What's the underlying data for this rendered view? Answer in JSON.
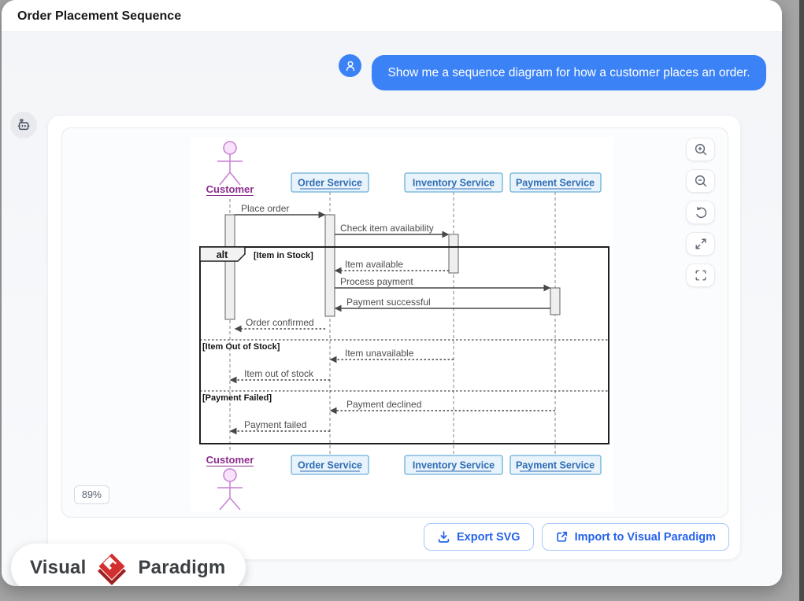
{
  "header": {
    "title": "Order Placement Sequence"
  },
  "chat": {
    "user_message": "Show me a sequence diagram for how a customer places an order.",
    "avatar_icon": "user-icon",
    "bot_icon": "robot-icon"
  },
  "viewer": {
    "zoom_badge": "89%",
    "controls": [
      {
        "name": "zoom-in"
      },
      {
        "name": "zoom-out"
      },
      {
        "name": "reset-view"
      },
      {
        "name": "fit-to-screen"
      },
      {
        "name": "fullscreen"
      }
    ]
  },
  "diagram": {
    "participants": [
      {
        "name": "Customer",
        "type": "actor"
      },
      {
        "name": "Order Service",
        "type": "participant"
      },
      {
        "name": "Inventory Service",
        "type": "participant"
      },
      {
        "name": "Payment Service",
        "type": "participant"
      }
    ],
    "fragment": {
      "operator": "alt",
      "guard1": "[Item in Stock]",
      "guard2": "[Item Out of Stock]",
      "guard3": "[Payment Failed]"
    },
    "messages": [
      {
        "label": "Place order",
        "from": "Customer",
        "to": "Order Service",
        "line": "solid"
      },
      {
        "label": "Check item availability",
        "from": "Order Service",
        "to": "Inventory Service",
        "line": "solid"
      },
      {
        "label": "Item available",
        "from": "Inventory Service",
        "to": "Order Service",
        "line": "dotted"
      },
      {
        "label": "Process payment",
        "from": "Order Service",
        "to": "Payment Service",
        "line": "solid"
      },
      {
        "label": "Payment successful",
        "from": "Payment Service",
        "to": "Order Service",
        "line": "solid"
      },
      {
        "label": "Order confirmed",
        "from": "Order Service",
        "to": "Customer",
        "line": "dotted"
      },
      {
        "label": "Item unavailable",
        "from": "Inventory Service",
        "to": "Order Service",
        "line": "dotted"
      },
      {
        "label": "Item out of stock",
        "from": "Order Service",
        "to": "Customer",
        "line": "dotted"
      },
      {
        "label": "Payment declined",
        "from": "Payment Service",
        "to": "Order Service",
        "line": "dotted"
      },
      {
        "label": "Payment failed",
        "from": "Order Service",
        "to": "Customer",
        "line": "dotted"
      }
    ]
  },
  "footer": {
    "export_button": "Export SVG",
    "import_button": "Import to Visual Paradigm",
    "export_icon": "download-icon",
    "import_icon": "external-link-icon"
  },
  "logo": {
    "word1": "Visual",
    "word2": "Paradigm",
    "icon": "visual-paradigm-diamond-icon"
  },
  "colors": {
    "accent_blue": "#3b82f6",
    "button_text_blue": "#2563eb",
    "participant_fill": "#e8f3fb",
    "participant_border": "#6ab0d8",
    "participant_text": "#2f6db5",
    "actor_purple": "#8c2d8c",
    "logo_red": "#d32f2f"
  }
}
